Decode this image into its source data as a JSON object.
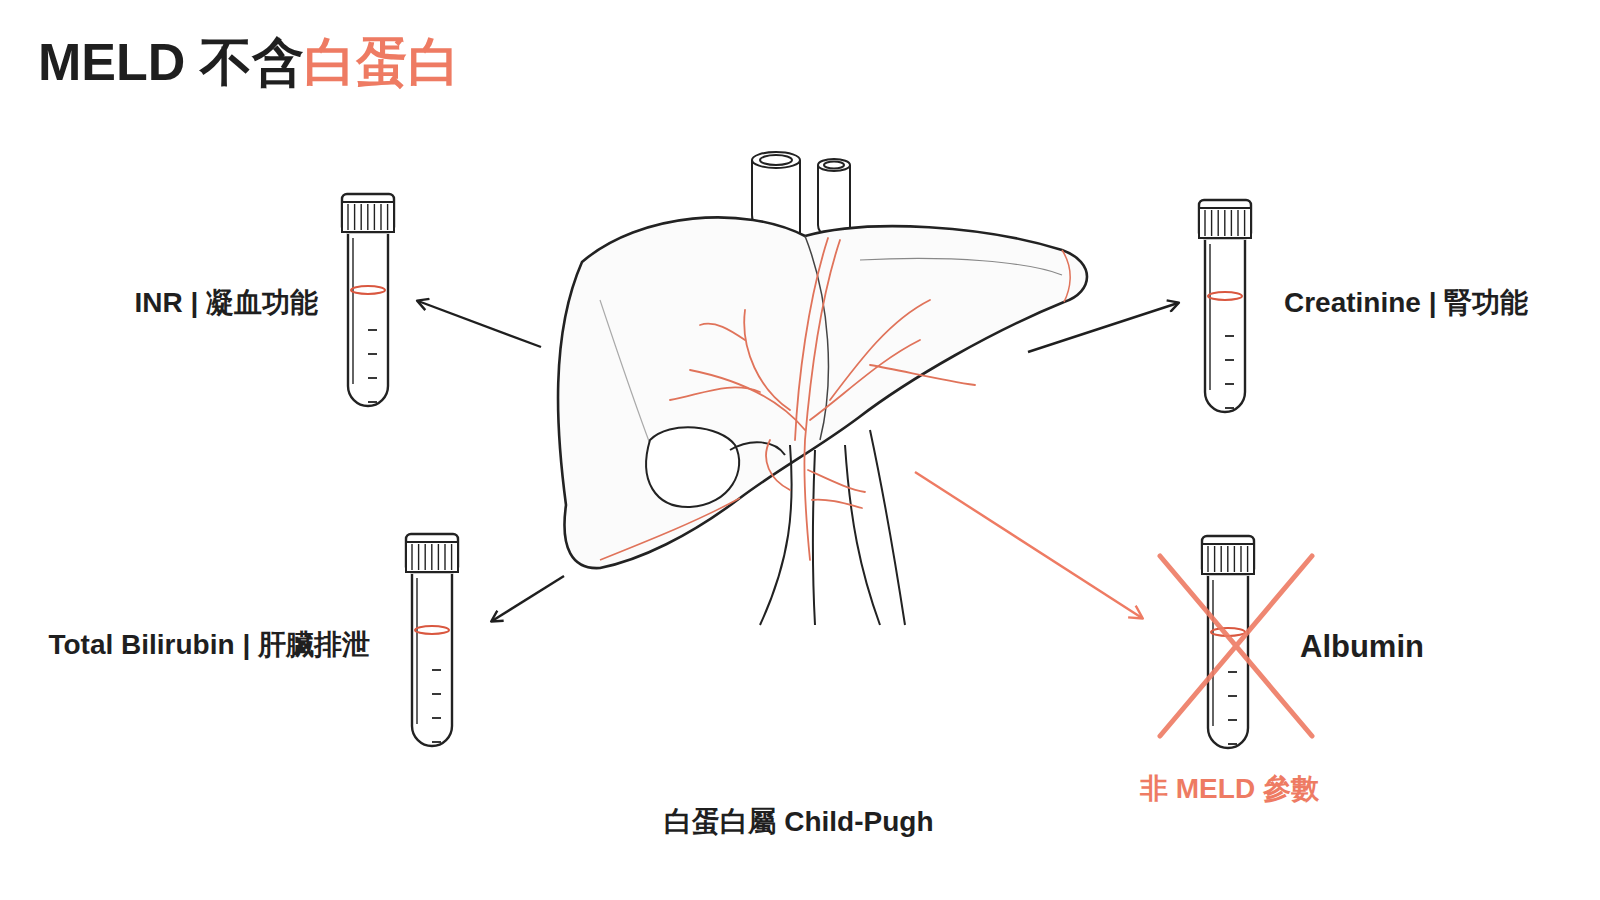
{
  "diagram": {
    "title": "MELD 不含",
    "labels": [
      "白蛋白",
      "INR | 凝血功能",
      "Creatinine | 腎功能",
      "Total Bilirubin | 肝臟排泄",
      "Albumin",
      "非 MELD 參數",
      "白蛋白屬 Child-Pugh"
    ]
  }
}
